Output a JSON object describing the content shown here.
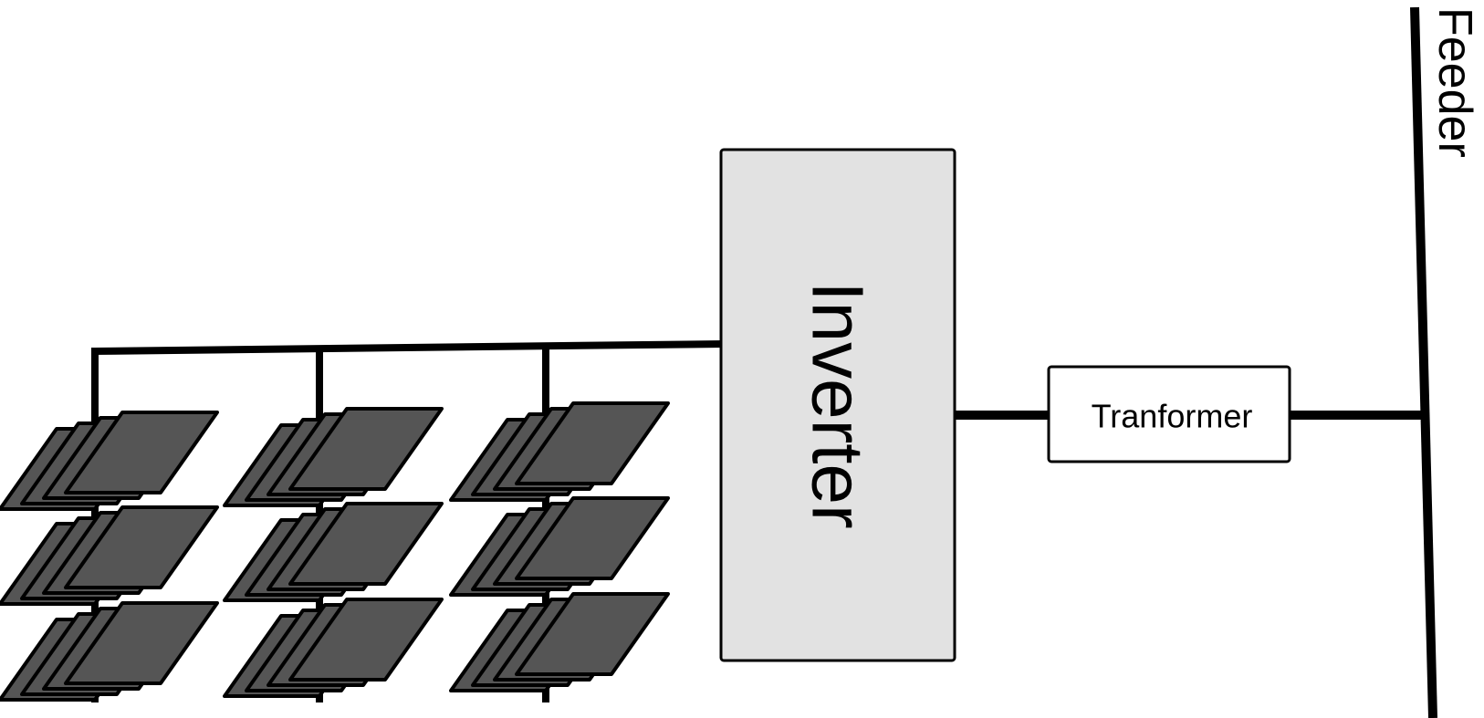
{
  "diagram": {
    "inverter": {
      "label": "Inverter",
      "fill": "#e2e2e2"
    },
    "transformer": {
      "label": "Tranformer",
      "fill": "#ffffff"
    },
    "feeder": {
      "label": "Feeder"
    },
    "pv_array": {
      "columns": 3,
      "rows_per_column": 3,
      "panels_per_stack": 4,
      "panel_fill": "#555555"
    },
    "line_color": "#000000"
  }
}
